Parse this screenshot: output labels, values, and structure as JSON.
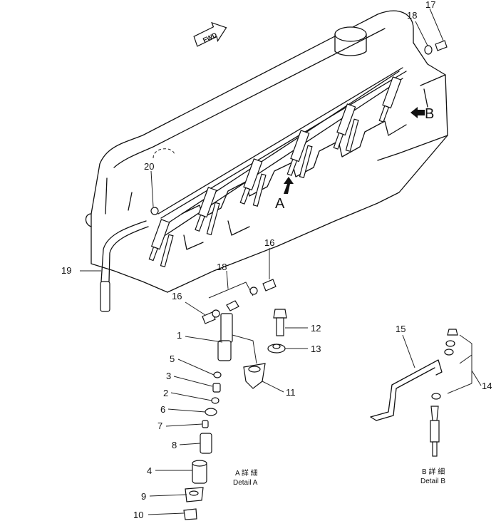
{
  "fwd_label": "FWD",
  "view_a_marker": "A",
  "view_b_marker": "B",
  "callouts": {
    "n1": "1",
    "n2": "2",
    "n3": "3",
    "n4": "4",
    "n5": "5",
    "n6": "6",
    "n7": "7",
    "n8": "8",
    "n9": "9",
    "n10": "10",
    "n11": "11",
    "n12": "12",
    "n13": "13",
    "n14": "14",
    "n15": "15",
    "n16a": "16",
    "n16b": "16",
    "n17": "17",
    "n18a": "18",
    "n18b": "18",
    "n19": "19",
    "n20": "20"
  },
  "detail_a": {
    "jp": "A 詳 細",
    "en": "Detail A"
  },
  "detail_b": {
    "jp": "B 詳 細",
    "en": "Detail B"
  }
}
